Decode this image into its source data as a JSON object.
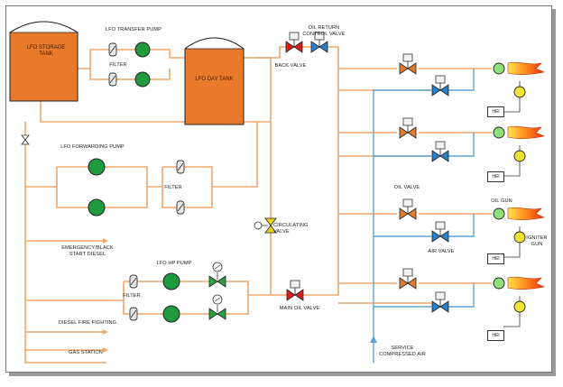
{
  "labels": {
    "lfo_storage_tank": "LFO STORAGE\nTANK",
    "lfo_transfer_pump": "LFO TRANSFER PUMP",
    "filter_transfer": "FILTER",
    "lfo_day_tank": "LFO DAY TANK",
    "oil_return_control_valve": "OIL RETURN\nCONTROL VALVE",
    "back_valve": "BACK VALVE",
    "lfo_forwarding_pump": "LFO FORWARDING PUMP",
    "filter_forwarding": "FILTER",
    "circulating_valve": "CIRCULATING\nVALVE",
    "emergency_black_start": "EMERGENCY/BLACK\nSTART DIESEL",
    "lfo_hp_pump": "LFO HP PUMP",
    "filter_hp": "FILTER",
    "main_oil_valve": "MAIN OIL VALVE",
    "diesel_fire_fighting": "DIESEL FIRE FIGHTING",
    "gas_station": "GAS STATION",
    "service_compressed_air": "SERVICE\nCOMPRESSED AIR",
    "oil_valve": "OIL VALVE",
    "air_valve": "AIR VALVE",
    "oil_gun": "OIL GUN",
    "igniter_gun": "IGNITER\nGUN",
    "hei_1": "HEI",
    "hei_2": "HEI",
    "hei_3": "HEI",
    "hei_4": "HEI"
  },
  "colors": {
    "fuel_line": "#f0a56a",
    "air_line": "#5aa6d6",
    "tank_fill": "#e87a2a",
    "pump_fill": "#1f9a3c",
    "oil_valve_fill": "#e07a30",
    "air_valve_fill": "#2a7fc9",
    "red_valve_fill": "#d81d1d",
    "green_valve_fill": "#2aa040",
    "yellow_valve_fill": "#e6d21a",
    "oil_gun_fill": "#8ee07a",
    "igniter_fill": "#f0e232"
  }
}
